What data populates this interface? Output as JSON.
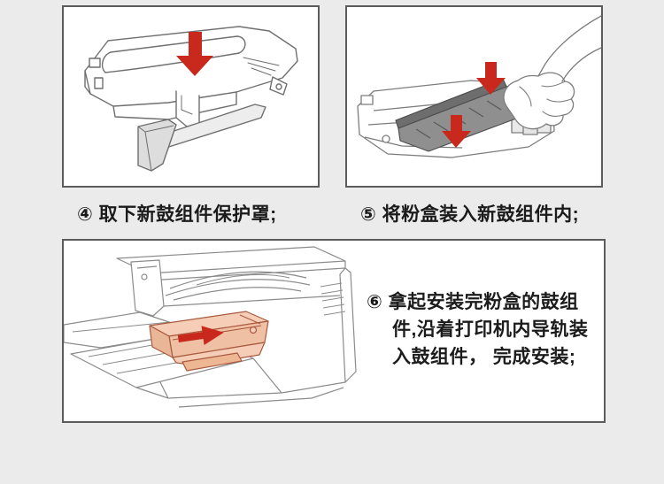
{
  "steps": {
    "step4": {
      "caption": "④ 取下新鼓组件保护罩;"
    },
    "step5": {
      "caption": "⑤ 将粉盒装入新鼓组件内;"
    },
    "step6": {
      "lines": [
        "⑥ 拿起安装完粉盒的鼓组",
        "件,沿着打印机内导轨装",
        "入鼓组件， 完成安装;"
      ]
    }
  },
  "colors": {
    "page_bg": "#ebebeb",
    "panel_bg": "#ffffff",
    "panel_border": "#5c5c5c",
    "line_art": "#7d7d7d",
    "arrow_red": "#c9291d",
    "toner_dark": "#8f8f8f",
    "toner_top": "#6e6e6e",
    "protective_cover_gray": "#dddddd",
    "cartridge_highlight": "#f6cdb6",
    "cartridge_front": "#f0c0a5",
    "cartridge_outline": "#a85a3e",
    "text": "#1b1b1b"
  },
  "icons": {
    "step4_arrow": "down-arrow",
    "step5_arrow_top": "down-arrow",
    "step5_arrow_bottom": "down-arrow",
    "step6_arrow": "insert-right-arrow"
  }
}
